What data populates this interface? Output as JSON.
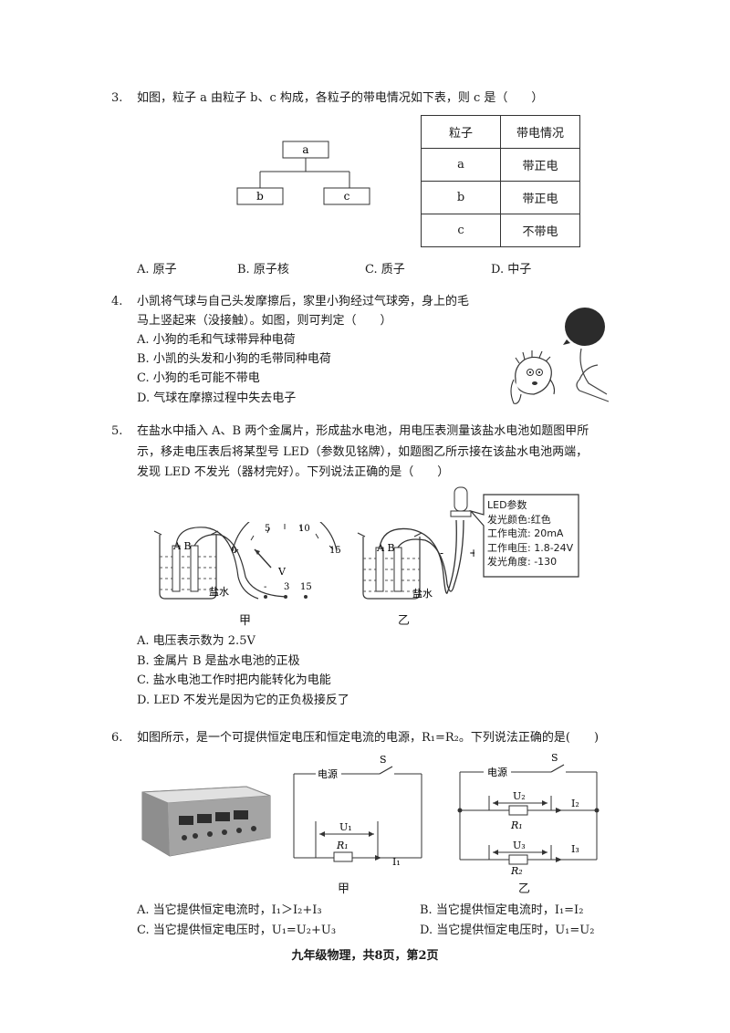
{
  "q3": {
    "num": "3.",
    "stem": "如图，粒子 a 由粒子 b、c 构成，各粒子的带电情况如下表，则 c 是（　　）",
    "tree": {
      "a": "a",
      "b": "b",
      "c": "c"
    },
    "table": {
      "headers": [
        "粒子",
        "带电情况"
      ],
      "rows": [
        [
          "a",
          "带正电"
        ],
        [
          "b",
          "带正电"
        ],
        [
          "c",
          "不带电"
        ]
      ]
    },
    "options": [
      "A.  原子",
      "B.  原子核",
      "C.  质子",
      "D.  中子"
    ]
  },
  "q4": {
    "num": "4.",
    "stem_lines": [
      "小凯将气球与自己头发摩擦后，家里小狗经过气球旁，身上的毛",
      "马上竖起来（没接触）。如图，则可判定（　　）"
    ],
    "options": [
      "A.  小狗的毛和气球带异种电荷",
      "B.  小凯的头发和小狗的毛带同种电荷",
      "C.  小狗的毛可能不带电",
      "D.  气球在摩擦过程中失去电子"
    ]
  },
  "q5": {
    "num": "5.",
    "stem_lines": [
      "在盐水中插入 A、B 两个金属片，形成盐水电池，用电压表测量该盐水电池如题图甲所",
      "示，移走电压表后将某型号 LED（参数见铭牌），如题图乙所示接在该盐水电池两端，",
      "发现 LED 不发光（器材完好）。下列说法正确的是（　　）"
    ],
    "fig_jia": {
      "ab": "A  B",
      "salt": "盐水",
      "scale": [
        "0",
        "5",
        "10",
        "15"
      ],
      "unit": "V",
      "terminals": [
        "-",
        "3",
        "15"
      ],
      "caption": "甲"
    },
    "fig_yi": {
      "ab": "A  B",
      "salt": "盐水",
      "minus": "-",
      "plus": "+",
      "caption": "乙"
    },
    "led_params": [
      "LED参数",
      "发光颜色:红色",
      "工作电流: 20mA",
      "工作电压: 1.8-24V",
      "发光角度: -130"
    ],
    "options": [
      "A.  电压表示数为 2.5V",
      "B.  金属片 B 是盐水电池的正极",
      "C.  盐水电池工作时把内能转化为电能",
      "D. LED 不发光是因为它的正负极接反了"
    ]
  },
  "q6": {
    "num": "6.",
    "stem": "如图所示，是一个可提供恒定电压和恒定电流的电源，R₁=R₂。下列说法正确的是(　　)",
    "circuit_jia": {
      "power": "电源",
      "switch": "S",
      "U": "U₁",
      "R": "R₁",
      "I": "I₁",
      "caption": "甲"
    },
    "circuit_yi": {
      "power": "电源",
      "switch": "S",
      "U2": "U₂",
      "R1": "R₁",
      "I2": "I₂",
      "U3": "U₃",
      "R2": "R₂",
      "I3": "I₃",
      "caption": "乙"
    },
    "options": [
      "A.  当它提供恒定电流时，I₁＞I₂+I₃",
      "B.  当它提供恒定电流时，I₁=I₂",
      "C.  当它提供恒定电压时，U₁=U₂+U₃",
      "D.  当它提供恒定电压时，U₁=U₂"
    ]
  },
  "footer": "九年级物理，共8页，第2页"
}
